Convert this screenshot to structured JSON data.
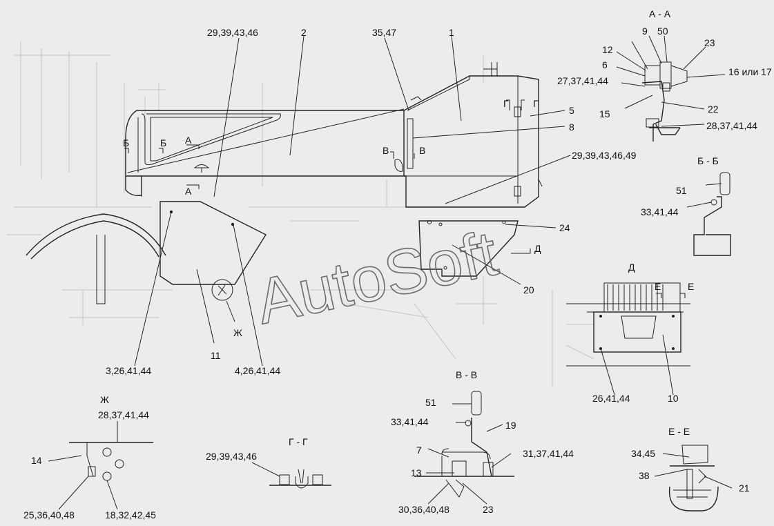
{
  "watermark": "AutoSoft",
  "views": {
    "main": {
      "callouts": [
        "29,39,43,46",
        "2",
        "35,47",
        "1",
        "5",
        "8",
        "29,39,43,46,49",
        "24",
        "20",
        "11",
        "3,26,41,44",
        "4,26,41,44"
      ],
      "section_marks": [
        "Б",
        "Б",
        "А",
        "А",
        "В",
        "В",
        "Г",
        "Г",
        "Д"
      ],
      "detail_mark": "Ж"
    },
    "aa": {
      "title": "А - А",
      "callouts": [
        "9",
        "50",
        "23",
        "12",
        "6",
        "16 или 17",
        "27,37,41,44",
        "15",
        "22",
        "28,37,41,44"
      ]
    },
    "bb": {
      "title": "Б - Б",
      "callouts": [
        "51",
        "33,41,44"
      ]
    },
    "d": {
      "title": "Д",
      "section_marks": [
        "Е",
        "Е"
      ],
      "callouts": [
        "26,41,44",
        "10"
      ]
    },
    "vv": {
      "title": "В - В",
      "callouts": [
        "51",
        "33,41,44",
        "19",
        "7",
        "31,37,41,44",
        "13",
        "30,36,40,48",
        "23"
      ]
    },
    "gg": {
      "title": "Г - Г",
      "callouts": [
        "29,39,43,46"
      ]
    },
    "zh": {
      "title": "Ж",
      "callouts": [
        "28,37,41,44",
        "14",
        "25,36,40,48",
        "18,32,42,45"
      ]
    },
    "ee": {
      "title": "Е - Е",
      "callouts": [
        "34,45",
        "38",
        "21"
      ]
    }
  }
}
